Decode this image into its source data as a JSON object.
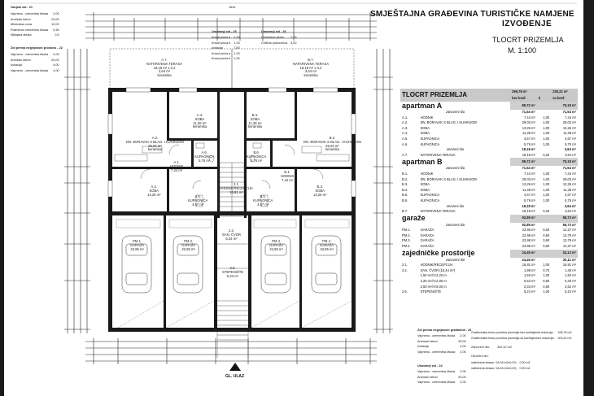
{
  "header": {
    "title_line1": "SMJEŠTAJNA GRAĐEVINA TURISTIČKE NAMJENE",
    "title_line2": "IZVOĐENJE",
    "subtitle_line1": "TLOCRT PRIZEMLJA",
    "subtitle_line2": "M. 1:100"
  },
  "wall_legends": {
    "top_left_title": "Vanjski zid - 21",
    "top_left_rows": [
      [
        "Vapneno - cementna žbuka",
        "2,00"
      ],
      [
        "Armirani beton",
        "20,00"
      ],
      [
        "Mineralna vuna",
        "10,00"
      ],
      [
        "Polimerno cementna žbuka",
        "0,50"
      ],
      [
        "Silikatna žbuka",
        "0,5"
      ]
    ],
    "mid_left_title": "Zid prema negrijanom prostoru - 22",
    "mid_left_rows": [
      [
        "Vapneno - cementna žbuka",
        "2,00"
      ],
      [
        "Armirani beton",
        "20,00"
      ],
      [
        "Izolacija",
        "4,00"
      ],
      [
        "Vapneno - cementna žbuka",
        "2,00"
      ]
    ],
    "top_center_title": "Unutarnji zid - 25",
    "top_center_rows": [
      [
        "Knauf ploča a",
        "1,25"
      ],
      [
        "Knauf ploča b",
        "1,25"
      ],
      [
        "Izolacija",
        "7,50"
      ],
      [
        "Knauf ploča a",
        "1,25"
      ],
      [
        "Knauf ploča b",
        "1,25"
      ]
    ],
    "top_center2_title": "Unutarnji zid - 26",
    "top_center2_rows": [
      [
        "Cementna ploča",
        "1,25"
      ],
      [
        "Čelična pokrovnica",
        "5,00"
      ]
    ]
  },
  "table": {
    "title": "TLOCRT PRIZEMLJA",
    "gross_label": "bez koef.",
    "gross_a": "296,78 m²",
    "gross_b": "230,21 m²",
    "net_label": "sa koef.",
    "col_k": "k",
    "sections": [
      {
        "name": "apartman A",
        "total": "89,72 m²",
        "total2": "75,18 m²",
        "subtitle": "zatvoreni dio",
        "sub_total": "71,54 m²",
        "sub_total2": "71,54 m²",
        "rows": [
          [
            "A.1.",
            "HODNIK",
            "7,44 m²",
            "1,00",
            "7,44 m²"
          ],
          [
            "A.2.",
            "DN. BORAVAK S BLAG. I KUHINJOM",
            "29,03 m²",
            "1,00",
            "29,03 m²"
          ],
          [
            "A.3.",
            "SOBA",
            "13,26 m²",
            "1,00",
            "13,26 m²"
          ],
          [
            "A.4.",
            "SOBA",
            "11,38 m²",
            "1,00",
            "11,38 m²"
          ],
          [
            "A.5.",
            "KUPAONICA",
            "4,67 m²",
            "1,00",
            "4,67 m²"
          ],
          [
            "A.6.",
            "KUPAONICA",
            "5,76 m²",
            "1,00",
            "5,76 m²"
          ]
        ],
        "open_label": "otvoreni dio",
        "open_total": "18,18 m²",
        "open_total2": "3,64 m²",
        "open_rows": [
          [
            "A.7.",
            "NATKRIVENA TERASA",
            "18,18 m²",
            "0,20",
            "3,64 m²"
          ]
        ]
      },
      {
        "name": "apartman B",
        "total": "89,72 m²",
        "total2": "75,18 m²",
        "subtitle": "zatvoreni dio",
        "sub_total": "71,54 m²",
        "sub_total2": "71,54 m²",
        "rows": [
          [
            "B.1.",
            "HODNIK",
            "7,44 m²",
            "1,00",
            "7,44 m²"
          ],
          [
            "B.2.",
            "DN. BORAVAK S BLAG. I KUHINJOM",
            "29,03 m²",
            "1,00",
            "29,03 m²"
          ],
          [
            "B.3.",
            "SOBA",
            "13,26 m²",
            "1,00",
            "13,26 m²"
          ],
          [
            "B.4.",
            "SOBA",
            "11,38 m²",
            "1,00",
            "11,38 m²"
          ],
          [
            "B.5.",
            "KUPAONICA",
            "4,67 m²",
            "1,00",
            "4,67 m²"
          ],
          [
            "B.6.",
            "KUPAONICA",
            "5,76 m²",
            "1,00",
            "5,76 m²"
          ]
        ],
        "open_label": "otvoreni dio",
        "open_total": "18,18 m²",
        "open_total2": "3,64 m²",
        "open_rows": [
          [
            "B.7.",
            "NATKRIVENA TERASA",
            "18,18 m²",
            "0,20",
            "3,64 m²"
          ]
        ]
      },
      {
        "name": "garaže",
        "total": "92,89 m²",
        "total2": "55,73 m²",
        "subtitle": "zatvoreni dio",
        "sub_total": "92,89 m²",
        "sub_total2": "55,73 m²",
        "rows": [
          [
            "PM.1.",
            "GARAŽA",
            "23,95 m²",
            "0,60",
            "14,37 m²"
          ],
          [
            "PM.2.",
            "GARAŽA",
            "22,98 m²",
            "0,60",
            "13,79 m²"
          ],
          [
            "PM.3.",
            "GARAŽA",
            "22,98 m²",
            "0,60",
            "13,79 m²"
          ],
          [
            "PM.4.",
            "GARAŽA",
            "23,95 m²",
            "0,60",
            "14,37 m²"
          ]
        ]
      },
      {
        "name": "zajedničke prostorije",
        "total": "24,45 m²",
        "total2": "24,13 m²",
        "subtitle": "zatvoreni dio",
        "sub_total": "24,45 m²",
        "sub_total2": "20,11 m²",
        "rows": [
          [
            "2.1.",
            "HODNIK/RECEPCIJA",
            "16,91 m²",
            "1,00",
            "16,91 m²"
          ],
          [
            "2.2.",
            "SAN. ČVOR (15,44 m²)",
            "1,98 m²",
            "0,75",
            "1,49 m²"
          ],
          [
            "",
            "2,20 m<h<2,80 m",
            "0,53 m²",
            "0,80",
            "0,40 m²"
          ],
          [
            "",
            "2,60 m<h<5,00 m",
            "2,93 m²",
            "0,80",
            "2,62 m²"
          ],
          [
            "2.6.",
            "STEPENIŠTE",
            "5,24 m²",
            "1,00",
            "5,24 m²"
          ]
        ],
        "mid_rows": [
          [
            "",
            "1,50 m<h<2,20 m",
            "1,50 m²",
            "1,00",
            "1,50 m²"
          ]
        ]
      }
    ]
  },
  "bottom_legends": {
    "left_title": "Zid prema negrijanom gradavina - 23",
    "left_rows": [
      [
        "Vapneno - cementna žbuka",
        "2,00"
      ],
      [
        "Armirani beton",
        "20,00"
      ],
      [
        "Izolacija",
        "4,00"
      ],
      [
        "Vapneno - cementna žbuka",
        "2,00"
      ]
    ],
    "left2_title": "Unutarnji zid - 24",
    "left2_rows": [
      [
        "Vapneno - cementna žbuka",
        "2,00"
      ],
      [
        "Armirani beton",
        "20,00"
      ],
      [
        "Vapneno - cementna žbuka",
        "2,00"
      ]
    ],
    "right_rows": [
      [
        "Građevinska bruto površina prizemlja bez koeficijenta redukcije:",
        "328,78 m2"
      ],
      [
        "Građevinska bruto površina prizemlja sa koeficijentom redukcije:",
        "303,42 m2"
      ]
    ],
    "zatvoreni": "Zatvoreni dio:",
    "zatvoreni_val": "302,42 m2",
    "otvoreni": "Otvoreni dio:",
    "otv_rows": [
      [
        "natkrivena terasa / 18,18 m2x0,20)",
        "0,00 m2"
      ],
      [
        "natkrivena terasa / 18,18 m2x0,20)",
        "0,00 m2"
      ]
    ]
  },
  "plan": {
    "entry_label": "GL. ULAZ",
    "total_width": "1644",
    "rooms": [
      {
        "id": "A.7.",
        "name": "NATKRIVENA TERASA",
        "area": "18,18 m² x 0,2",
        "area2": "3,64 m²",
        "floor": "keramika"
      },
      {
        "id": "B.7.",
        "name": "NATKRIVENA TERASA",
        "area": "18,18 m² x 0,2",
        "area2": "3,64 m²",
        "floor": "keramika"
      },
      {
        "id": "A.4.",
        "name": "SOBA",
        "area": "11,38 m²",
        "floor": "keramika"
      },
      {
        "id": "B.4.",
        "name": "SOBA",
        "area": "11,38 m²",
        "floor": "keramika"
      },
      {
        "id": "A.2.",
        "name": "DN. BORAVAK S BLAG. I KUHINJOM",
        "area": "29,03 m²",
        "floor": "keramika"
      },
      {
        "id": "B.2.",
        "name": "DN. BORAVAK S BLAG. I KUHINJOM",
        "area": "29,03 m²",
        "floor": "keramika"
      },
      {
        "id": "A.6.",
        "name": "KUPAONICA",
        "area": "5,76 m²"
      },
      {
        "id": "B.6.",
        "name": "KUPAONICA",
        "area": "5,76 m²"
      },
      {
        "id": "A.1.",
        "name": "HODNIK",
        "area": "7,44 m²"
      },
      {
        "id": "B.1.",
        "name": "HODNIK",
        "area": "7,44 m²"
      },
      {
        "id": "A.3.",
        "name": "SOBA",
        "area": "13,26 m²"
      },
      {
        "id": "B.3.",
        "name": "SOBA",
        "area": "13,26 m²"
      },
      {
        "id": "A.5.",
        "name": "KUPAONICA",
        "area": "4,67 m²"
      },
      {
        "id": "B.5.",
        "name": "KUPAONICA",
        "area": "4,67 m²"
      },
      {
        "id": "2.1.",
        "name": "HODNIK/RECEPCIJA",
        "area": "16,91 m²"
      },
      {
        "id": "2.2.",
        "name": "SAN. ČVOR",
        "area": "5,34 m²"
      },
      {
        "id": "2.6.",
        "name": "STEPENIŠTE",
        "area": "5,24 m²"
      },
      {
        "id": "PM.1.",
        "name": "GARAŽA",
        "area": "23,95 m²"
      },
      {
        "id": "PM.2.",
        "name": "GARAŽA",
        "area": "22,98 m²"
      },
      {
        "id": "PM.3.",
        "name": "GARAŽA",
        "area": "22,98 m²"
      },
      {
        "id": "PM.4.",
        "name": "GARAŽA",
        "area": "23,95 m²"
      }
    ]
  },
  "colors": {
    "line": "#111111",
    "fill": "#ffffff",
    "header_grey": "#c9c9c9"
  }
}
